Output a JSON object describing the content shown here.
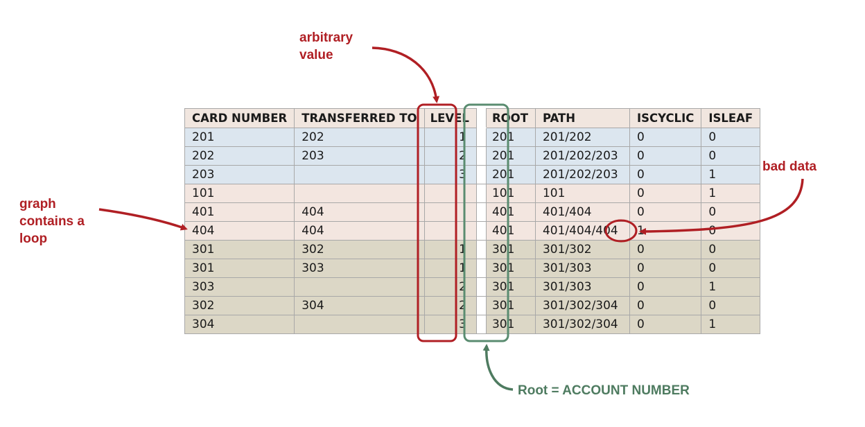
{
  "table": {
    "headers": [
      "CARD NUMBER",
      "TRANSFERRED TO",
      "LEVEL",
      "ROOT",
      "PATH",
      "ISCYCLIC",
      "ISLEAF"
    ],
    "rows": [
      {
        "group": "blue",
        "cells": [
          "201",
          "202",
          "1",
          "201",
          "201/202",
          "0",
          "0"
        ]
      },
      {
        "group": "blue",
        "cells": [
          "202",
          "203",
          "2",
          "201",
          "201/202/203",
          "0",
          "0"
        ]
      },
      {
        "group": "blue",
        "cells": [
          "203",
          "",
          "3",
          "201",
          "201/202/203",
          "0",
          "1"
        ]
      },
      {
        "group": "pink",
        "cells": [
          "101",
          "",
          "",
          "101",
          "101",
          "0",
          "1"
        ]
      },
      {
        "group": "pink",
        "cells": [
          "401",
          "404",
          "",
          "401",
          "401/404",
          "0",
          "0"
        ]
      },
      {
        "group": "pink",
        "cells": [
          "404",
          "404",
          "",
          "401",
          "401/404/404",
          "1",
          "0"
        ]
      },
      {
        "group": "olive",
        "cells": [
          "301",
          "302",
          "1",
          "301",
          "301/302",
          "0",
          "0"
        ]
      },
      {
        "group": "olive",
        "cells": [
          "301",
          "303",
          "1",
          "301",
          "301/303",
          "0",
          "0"
        ]
      },
      {
        "group": "olive",
        "cells": [
          "303",
          "",
          "2",
          "301",
          "301/303",
          "0",
          "1"
        ]
      },
      {
        "group": "olive",
        "cells": [
          "302",
          "304",
          "2",
          "301",
          "301/302/304",
          "0",
          "0"
        ]
      },
      {
        "group": "olive",
        "cells": [
          "304",
          "",
          "3",
          "301",
          "301/302/304",
          "0",
          "1"
        ]
      }
    ]
  },
  "annotations": {
    "arbitrary": [
      "arbitrary",
      "value"
    ],
    "bad_data": "bad data",
    "loop": [
      "graph",
      "contains a",
      "loop"
    ],
    "root": "Root = ACCOUNT NUMBER"
  },
  "colors": {
    "annotation_red": "#b01f24",
    "annotation_green": "#4e7b60",
    "group_blue": "#dce6ef",
    "group_pink": "#f3e6e0",
    "group_olive": "#dcd7c6",
    "header": "#f1e6df"
  }
}
